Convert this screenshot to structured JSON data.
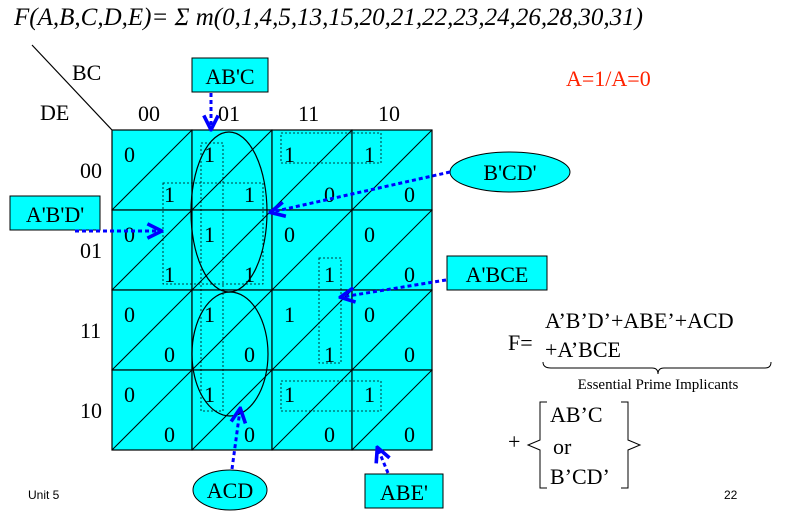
{
  "title": "F(A,B,C,D,E)= Σ m(0,1,4,5,13,15,20,21,22,23,24,26,28,30,31)",
  "toggle_note": "A=1/A=0",
  "kmap": {
    "corner_row_var": "BC",
    "corner_col_var": "DE",
    "col_headers": [
      "00",
      "01",
      "11",
      "10"
    ],
    "row_headers": [
      "00",
      "01",
      "11",
      "10"
    ],
    "cells_a0": [
      [
        "0",
        "1",
        "1",
        "1"
      ],
      [
        "0",
        "1",
        "0",
        "0"
      ],
      [
        "0",
        "1",
        "1",
        "0"
      ],
      [
        "0",
        "1",
        "1",
        "1"
      ]
    ],
    "cells_a1": [
      [
        "1",
        "1",
        "0",
        "0"
      ],
      [
        "1",
        "1",
        "1",
        "0"
      ],
      [
        "0",
        "0",
        "1",
        "0"
      ],
      [
        "0",
        "0",
        "0",
        "0"
      ]
    ]
  },
  "callouts": {
    "abc": "AB'C",
    "bcd": "B'CD'",
    "abd": "A'B'D'",
    "abce": "A'BCE",
    "acd": "ACD",
    "abe": "ABE'"
  },
  "result": {
    "f_label": "F=",
    "line1": "A’B’D’+ABE’+ACD",
    "line2": "+A’BCE",
    "epi_caption": "Essential Prime Implicants",
    "plus": "+",
    "opt1": "AB’C",
    "or": "or",
    "opt2": "B’CD’"
  },
  "footer": {
    "unit": "Unit 5",
    "page": "22"
  },
  "colors": {
    "cell": "#00ffff",
    "arrow": "#0000ff",
    "callout": "#00ffff",
    "accent": "#ff2200"
  }
}
